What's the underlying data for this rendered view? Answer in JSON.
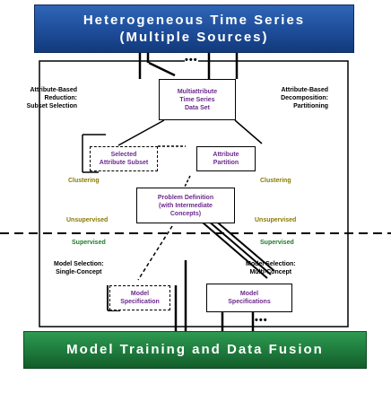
{
  "top_banner": {
    "line1": "Heterogeneous Time Series",
    "line2": "(Multiple Sources)",
    "color": "#1f4f9c"
  },
  "bottom_banner": {
    "text": "Model Training and Data Fusion",
    "color": "#1f7d3e"
  },
  "boxes": {
    "dataset": [
      "Multiattribute",
      "Time Series",
      "Data Set"
    ],
    "selected_subset": [
      "Selected",
      "Attribute Subset"
    ],
    "attribute_partition": [
      "Attribute",
      "Partition"
    ],
    "problem_definition": [
      "Problem Definition",
      "(with Intermediate",
      "Concepts)"
    ],
    "model_spec_single": [
      "Model",
      "Specification"
    ],
    "model_spec_multi": [
      "Model",
      "Specifications"
    ]
  },
  "labels": {
    "reduction": [
      "Attribute-Based",
      "Reduction:",
      "Subset Selection"
    ],
    "decomposition": [
      "Attribute-Based",
      "Decomposition:",
      "Partitioning"
    ],
    "clustering_left": "Clustering",
    "clustering_right": "Clustering",
    "unsupervised_left": "Unsupervised",
    "unsupervised_right": "Unsupervised",
    "supervised_left": "Supervised",
    "supervised_right": "Supervised",
    "model_selection_single": [
      "Model Selection:",
      "Single-Concept"
    ],
    "model_selection_multi": [
      "Model Selection:",
      "Multi-Concept"
    ],
    "ellipsis_top": "•••",
    "ellipsis_bottom": "•••"
  },
  "colors": {
    "box_text": "#6b2a8c",
    "clustering": "#8a7a00",
    "supervised": "#1e7a2c"
  }
}
